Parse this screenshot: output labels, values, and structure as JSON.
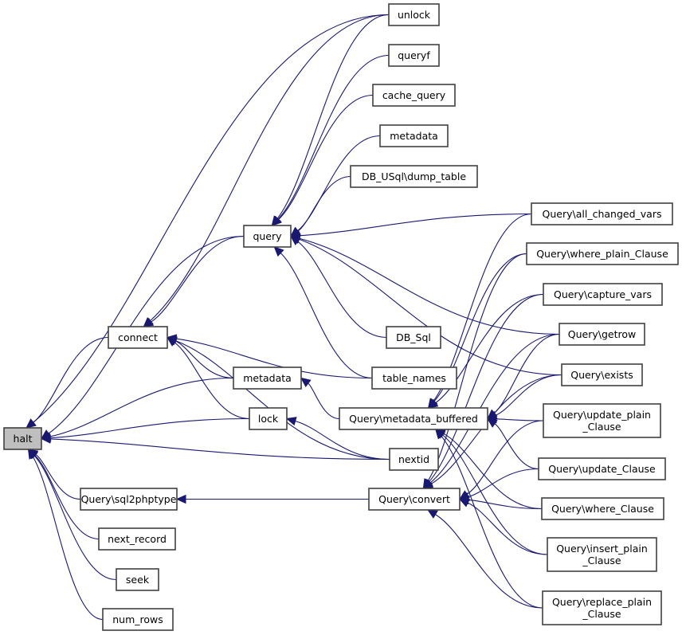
{
  "diagram": {
    "type": "caller-graph",
    "root": "halt",
    "colors": {
      "edge": "#191970",
      "node_border": "#404040",
      "root_fill": "#bfbfbf",
      "node_fill": "#ffffff"
    },
    "nodes": [
      {
        "id": "halt",
        "label": [
          "halt"
        ],
        "root": true
      },
      {
        "id": "connect",
        "label": [
          "connect"
        ]
      },
      {
        "id": "query",
        "label": [
          "query"
        ]
      },
      {
        "id": "metadata_mid",
        "label": [
          "metadata"
        ]
      },
      {
        "id": "lock",
        "label": [
          "lock"
        ]
      },
      {
        "id": "nextid",
        "label": [
          "nextid"
        ]
      },
      {
        "id": "sql2phptype",
        "label": [
          "Query\\sql2phptype"
        ]
      },
      {
        "id": "next_record",
        "label": [
          "next_record"
        ]
      },
      {
        "id": "seek",
        "label": [
          "seek"
        ]
      },
      {
        "id": "num_rows",
        "label": [
          "num_rows"
        ]
      },
      {
        "id": "unlock",
        "label": [
          "unlock"
        ]
      },
      {
        "id": "queryf",
        "label": [
          "queryf"
        ]
      },
      {
        "id": "cache_query",
        "label": [
          "cache_query"
        ]
      },
      {
        "id": "metadata_top",
        "label": [
          "metadata"
        ]
      },
      {
        "id": "dump_table",
        "label": [
          "DB_USql\\dump_table"
        ]
      },
      {
        "id": "db_sql",
        "label": [
          "DB_Sql"
        ]
      },
      {
        "id": "table_names",
        "label": [
          "table_names"
        ]
      },
      {
        "id": "metadata_buffered",
        "label": [
          "Query\\metadata_buffered"
        ]
      },
      {
        "id": "convert",
        "label": [
          "Query\\convert"
        ]
      },
      {
        "id": "all_changed_vars",
        "label": [
          "Query\\all_changed_vars"
        ]
      },
      {
        "id": "where_plain_clause",
        "label": [
          "Query\\where_plain_Clause"
        ]
      },
      {
        "id": "capture_vars",
        "label": [
          "Query\\capture_vars"
        ]
      },
      {
        "id": "getrow",
        "label": [
          "Query\\getrow"
        ]
      },
      {
        "id": "exists",
        "label": [
          "Query\\exists"
        ]
      },
      {
        "id": "update_plain_clause",
        "label": [
          "Query\\update_plain",
          "_Clause"
        ]
      },
      {
        "id": "update_clause",
        "label": [
          "Query\\update_Clause"
        ]
      },
      {
        "id": "where_clause",
        "label": [
          "Query\\where_Clause"
        ]
      },
      {
        "id": "insert_plain_clause",
        "label": [
          "Query\\insert_plain",
          "_Clause"
        ]
      },
      {
        "id": "replace_plain_clause",
        "label": [
          "Query\\replace_plain",
          "_Clause"
        ]
      }
    ],
    "edges": [
      {
        "from": "unlock",
        "to": "halt"
      },
      {
        "from": "query",
        "to": "halt"
      },
      {
        "from": "connect",
        "to": "halt"
      },
      {
        "from": "metadata_mid",
        "to": "halt"
      },
      {
        "from": "lock",
        "to": "halt"
      },
      {
        "from": "nextid",
        "to": "halt"
      },
      {
        "from": "sql2phptype",
        "to": "halt"
      },
      {
        "from": "next_record",
        "to": "halt"
      },
      {
        "from": "seek",
        "to": "halt"
      },
      {
        "from": "num_rows",
        "to": "halt"
      },
      {
        "from": "unlock",
        "to": "connect"
      },
      {
        "from": "query",
        "to": "connect"
      },
      {
        "from": "metadata_mid",
        "to": "connect"
      },
      {
        "from": "lock",
        "to": "connect"
      },
      {
        "from": "nextid",
        "to": "connect"
      },
      {
        "from": "table_names",
        "to": "connect"
      },
      {
        "from": "unlock",
        "to": "query"
      },
      {
        "from": "queryf",
        "to": "query"
      },
      {
        "from": "cache_query",
        "to": "query"
      },
      {
        "from": "metadata_top",
        "to": "query"
      },
      {
        "from": "dump_table",
        "to": "query"
      },
      {
        "from": "all_changed_vars",
        "to": "query"
      },
      {
        "from": "getrow",
        "to": "query"
      },
      {
        "from": "exists",
        "to": "query"
      },
      {
        "from": "db_sql",
        "to": "query"
      },
      {
        "from": "table_names",
        "to": "query"
      },
      {
        "from": "metadata_buffered",
        "to": "metadata_mid"
      },
      {
        "from": "nextid",
        "to": "lock"
      },
      {
        "from": "convert",
        "to": "sql2phptype"
      },
      {
        "from": "all_changed_vars",
        "to": "metadata_buffered"
      },
      {
        "from": "where_plain_clause",
        "to": "metadata_buffered"
      },
      {
        "from": "capture_vars",
        "to": "metadata_buffered"
      },
      {
        "from": "getrow",
        "to": "metadata_buffered"
      },
      {
        "from": "exists",
        "to": "metadata_buffered"
      },
      {
        "from": "update_plain_clause",
        "to": "metadata_buffered"
      },
      {
        "from": "update_clause",
        "to": "metadata_buffered"
      },
      {
        "from": "where_clause",
        "to": "metadata_buffered"
      },
      {
        "from": "insert_plain_clause",
        "to": "metadata_buffered"
      },
      {
        "from": "replace_plain_clause",
        "to": "metadata_buffered"
      },
      {
        "from": "where_plain_clause",
        "to": "convert"
      },
      {
        "from": "capture_vars",
        "to": "convert"
      },
      {
        "from": "getrow",
        "to": "convert"
      },
      {
        "from": "exists",
        "to": "convert"
      },
      {
        "from": "update_plain_clause",
        "to": "convert"
      },
      {
        "from": "update_clause",
        "to": "convert"
      },
      {
        "from": "where_clause",
        "to": "convert"
      },
      {
        "from": "insert_plain_clause",
        "to": "convert"
      },
      {
        "from": "replace_plain_clause",
        "to": "convert"
      }
    ]
  }
}
